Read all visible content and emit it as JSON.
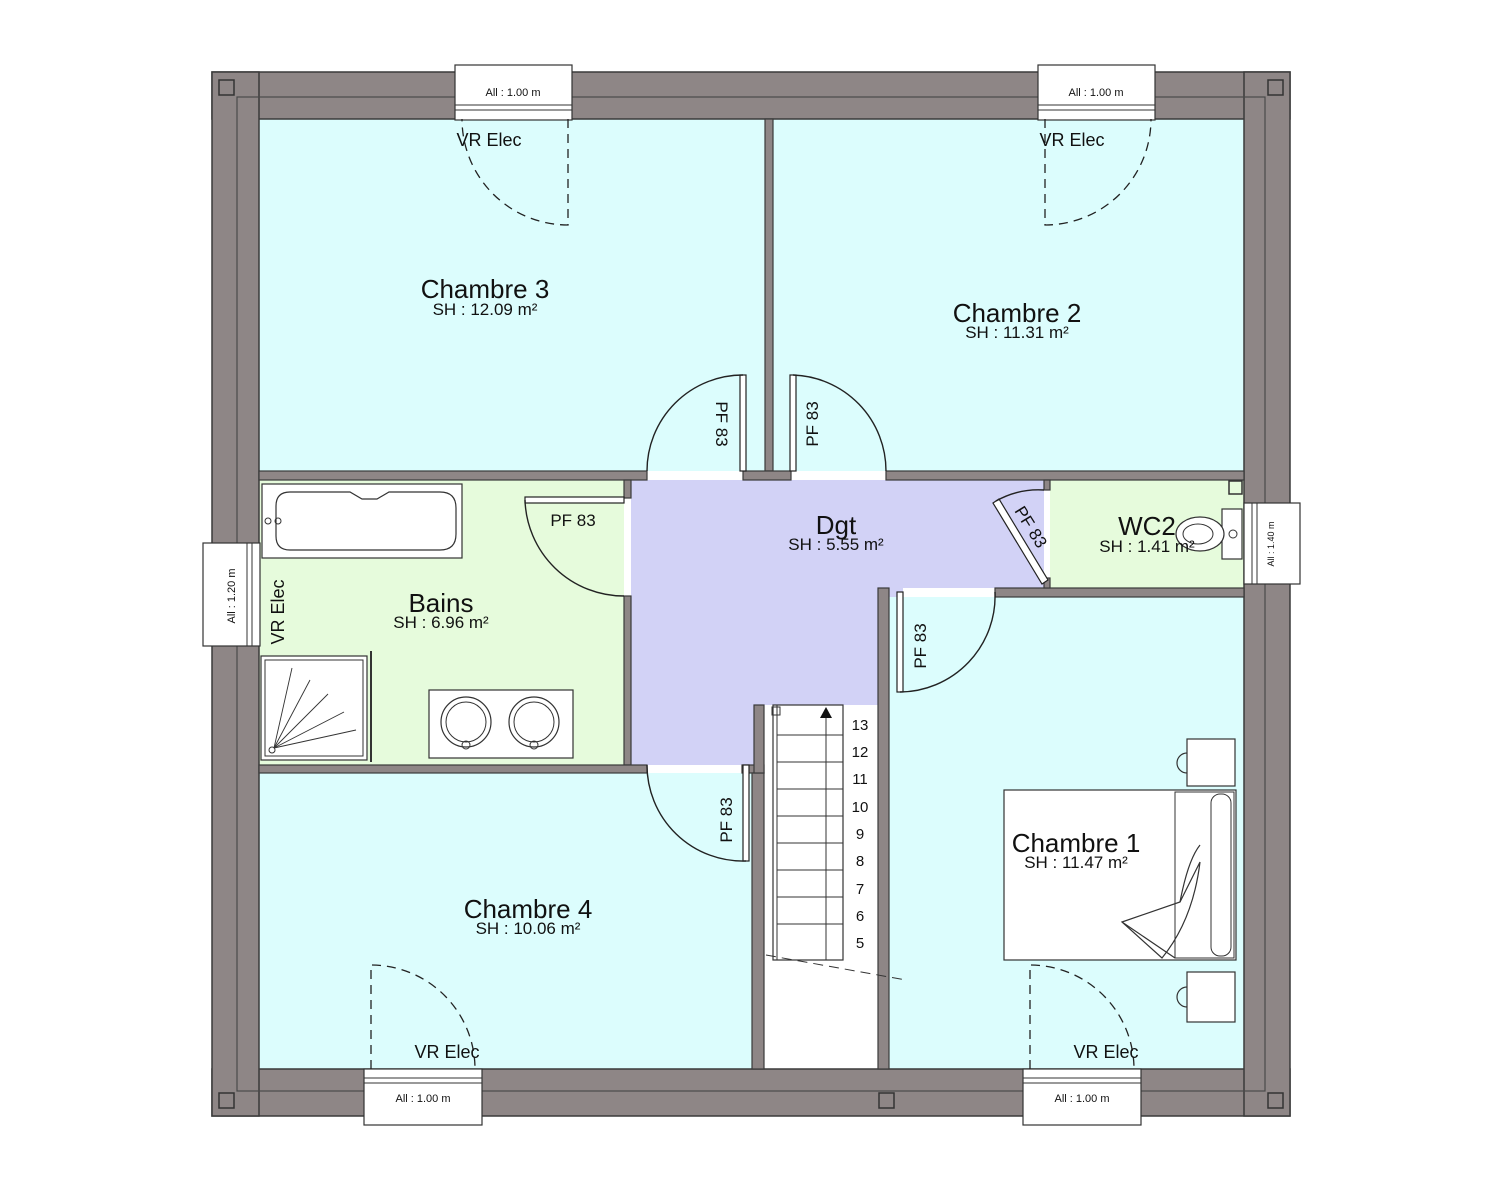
{
  "colors": {
    "wall": "#8e8686",
    "wall_stroke": "#3a3a3a",
    "bedroom_fill": "#dcfdfd",
    "bath_fill": "#e6fbdc",
    "hall_fill": "#d2d2f6",
    "stair_fill": "#ffffff"
  },
  "rooms": {
    "chambre3": {
      "name": "Chambre 3",
      "area": "SH : 12.09 m²"
    },
    "chambre2": {
      "name": "Chambre 2",
      "area": "SH : 11.31 m²"
    },
    "bains": {
      "name": "Bains",
      "area": "SH : 6.96 m²"
    },
    "dgt": {
      "name": "Dgt",
      "area": "SH : 5.55 m²"
    },
    "wc2": {
      "name": "WC2",
      "area": "SH : 1.41 m²"
    },
    "chambre4": {
      "name": "Chambre 4",
      "area": "SH : 10.06 m²"
    },
    "chambre1": {
      "name": "Chambre 1",
      "area": "SH : 11.47 m²"
    }
  },
  "doors": {
    "d1": "PF 83",
    "d2": "PF 83",
    "d3": "PF 83",
    "d4": "PF 83",
    "d5": "PF 83",
    "d6": "PF 83"
  },
  "windows": {
    "top_left": {
      "shutter": "VR Elec",
      "allege": "All : 1.00 m"
    },
    "top_right": {
      "shutter": "VR Elec",
      "allege": "All : 1.00 m"
    },
    "left": {
      "shutter": "VR Elec",
      "allege": "All : 1.20 m"
    },
    "right": {
      "allege": "All : 1.40 m"
    },
    "bottom_left": {
      "shutter": "VR Elec",
      "allege": "All : 1.00 m"
    },
    "bottom_right": {
      "shutter": "VR Elec",
      "allege": "All : 1.00 m"
    }
  },
  "stairs": {
    "steps": [
      "13",
      "12",
      "11",
      "10",
      "9",
      "8",
      "7",
      "6",
      "5"
    ]
  }
}
